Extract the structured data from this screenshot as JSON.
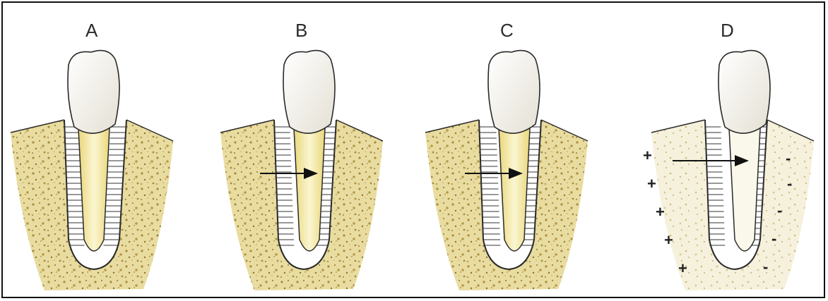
{
  "panels": [
    {
      "label": "A",
      "arrow": false,
      "charges": false
    },
    {
      "label": "B",
      "arrow": true,
      "charges": false
    },
    {
      "label": "C",
      "arrow": true,
      "charges": false
    },
    {
      "label": "D",
      "arrow": true,
      "charges": true
    }
  ],
  "charges": {
    "positive": "+",
    "negative": "-"
  },
  "colors": {
    "bone": "#d9c47a",
    "bone_speckle": "#9a8236",
    "root": "#f4ecb0",
    "crown": "#f3f1e8",
    "outline": "#2a2a2a",
    "ligament": "#333333"
  }
}
